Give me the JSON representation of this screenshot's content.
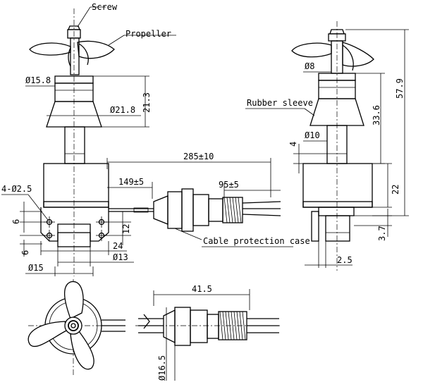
{
  "labels": {
    "screw": "Screw",
    "propeller": "Propeller",
    "rubber_sleeve": "Rubber sleeve",
    "cable_case": "Cable protection case"
  },
  "dims": {
    "d15_8": "Ø15.8",
    "d21_8": "Ø21.8",
    "h21_3": "21.3",
    "len285": "285±10",
    "len149": "149±5",
    "len95": "95±5",
    "holes": "4-Ø2.5",
    "d6a": "6",
    "d6b": "6",
    "d12": "12",
    "d24": "24",
    "d13": "Ø13",
    "d15": "Ø15",
    "d8": "Ø8",
    "h57_9": "57.9",
    "h33_6": "33.6",
    "d10": "Ø10",
    "h4": "4",
    "h22": "22",
    "h3_7": "3.7",
    "w2_5": "2.5",
    "w41_5": "41.5",
    "d16_5": "Ø16.5"
  }
}
